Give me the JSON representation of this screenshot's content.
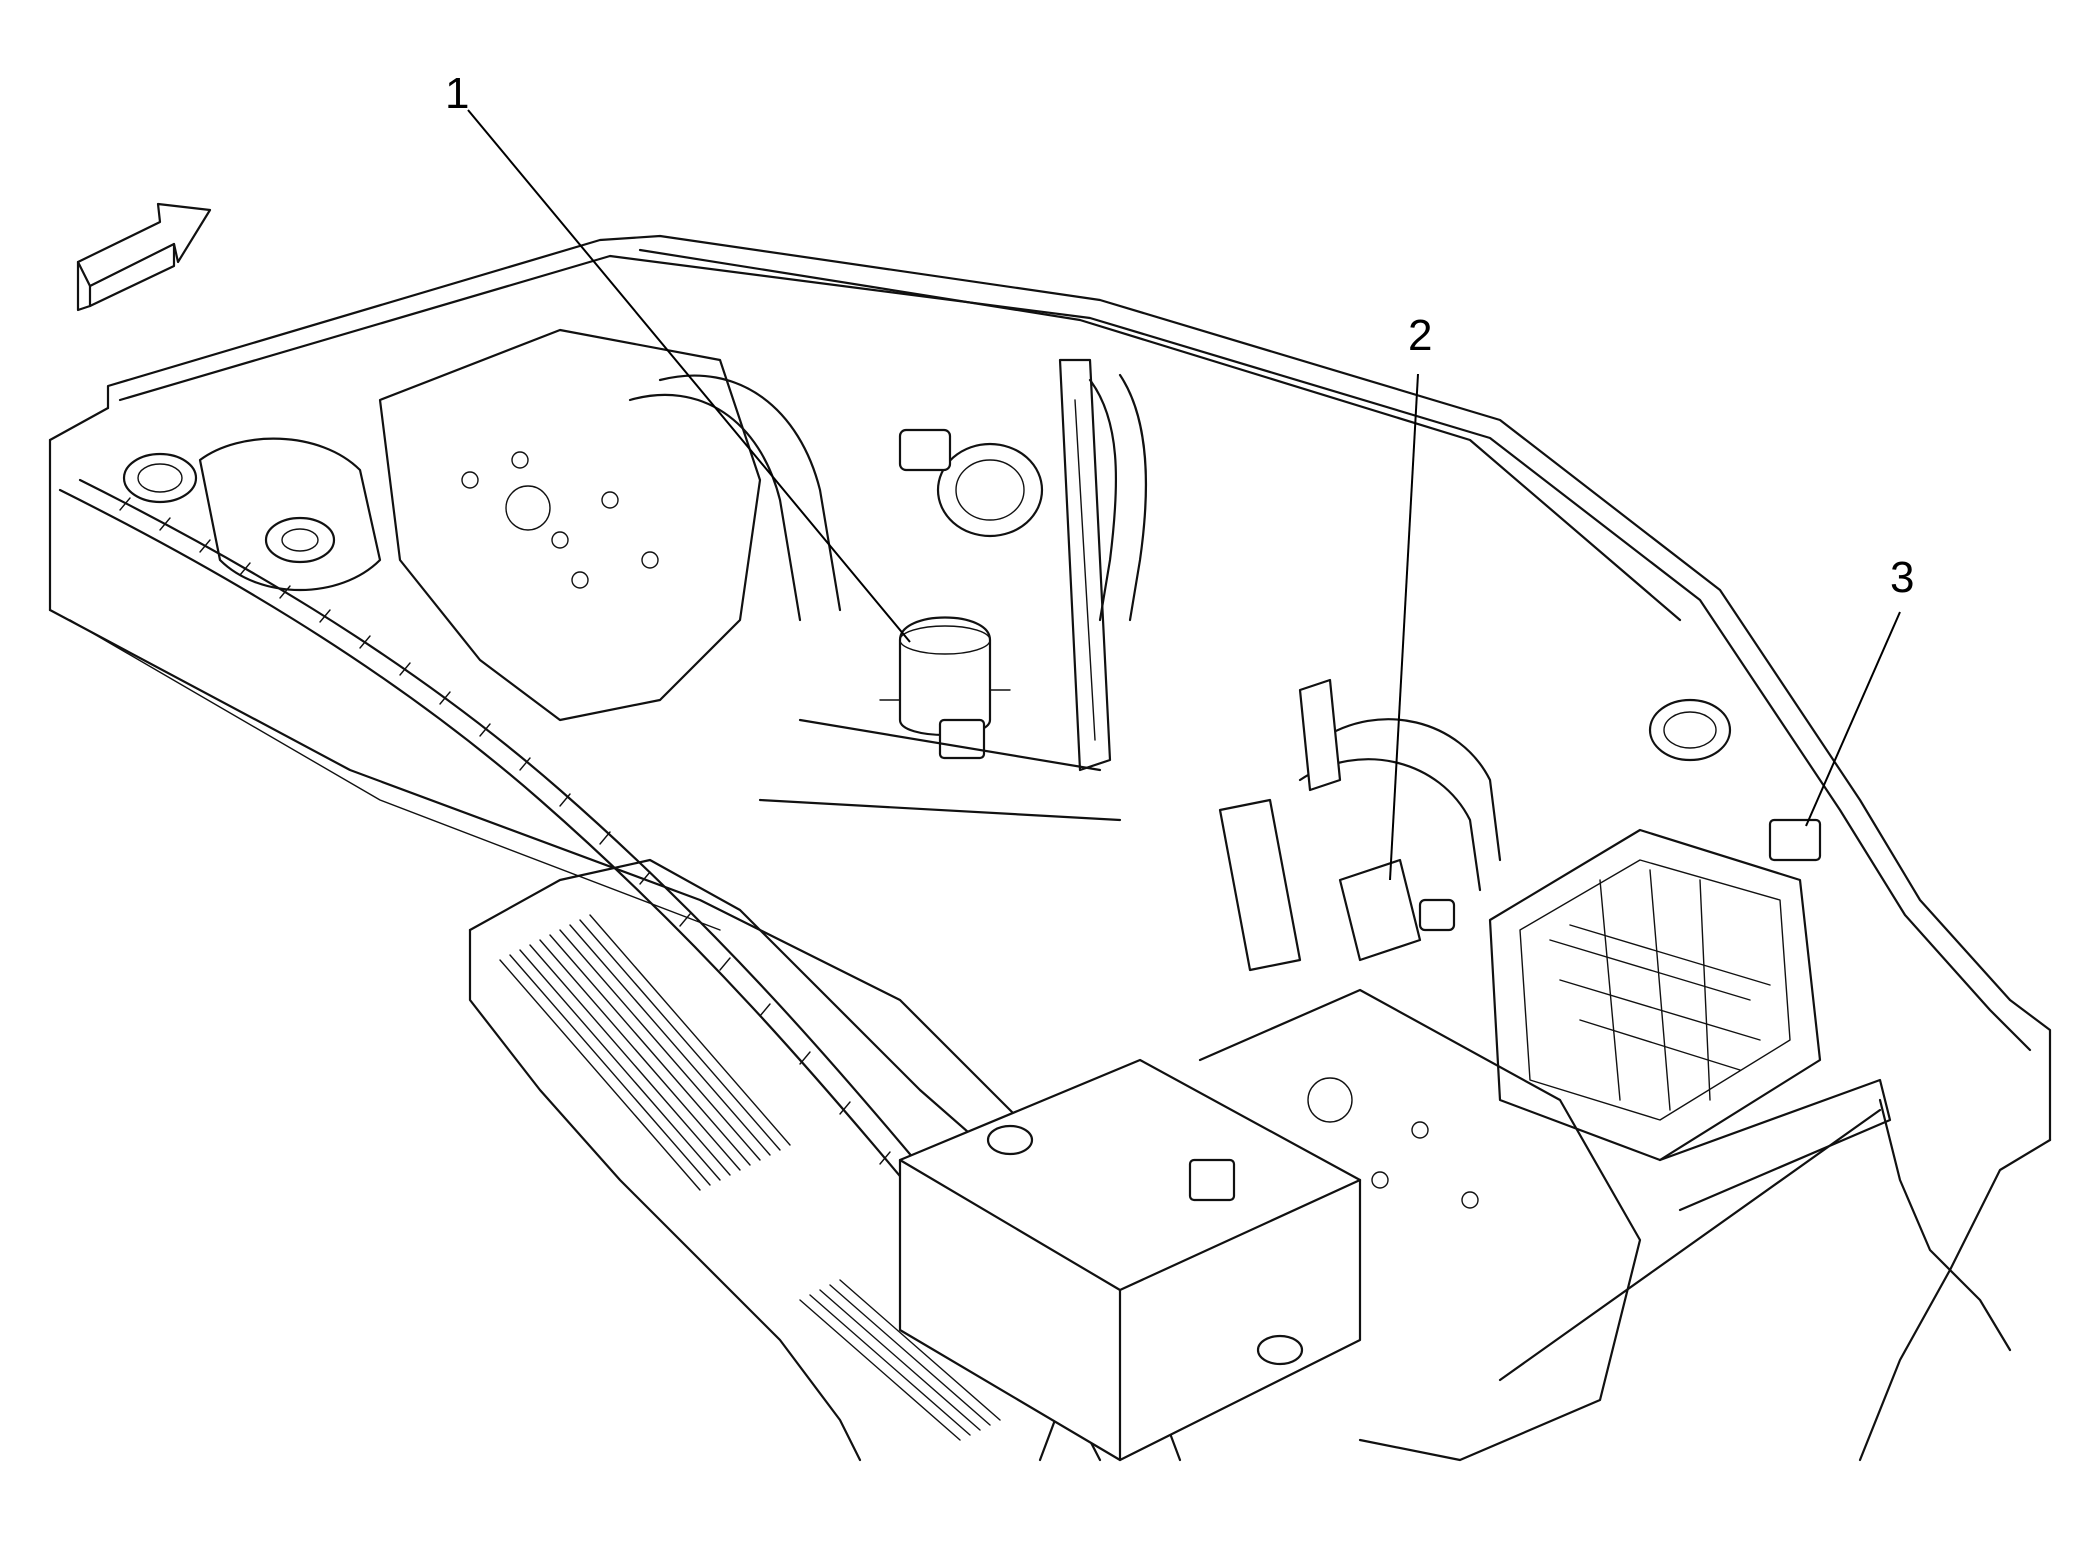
{
  "callouts": [
    {
      "id": "1",
      "text": "1"
    },
    {
      "id": "2",
      "text": "2"
    },
    {
      "id": "3",
      "text": "3"
    }
  ],
  "icons": {
    "direction": "forward-arrow-icon"
  },
  "colors": {
    "line": "#111111",
    "background": "#ffffff"
  }
}
